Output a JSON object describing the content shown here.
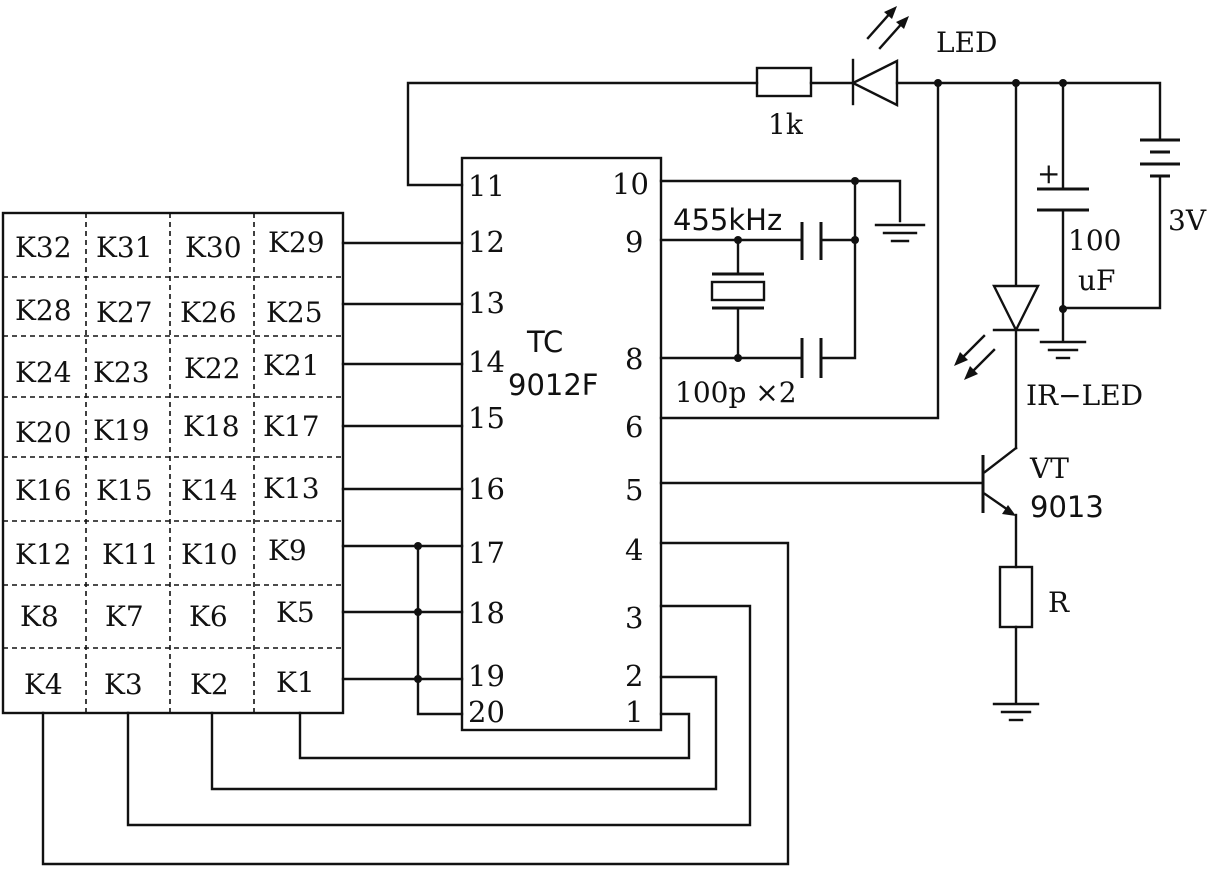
{
  "ic": {
    "name_line1": "TC",
    "name_line2": "9012F",
    "pins_left": [
      "11",
      "12",
      "13",
      "14",
      "15",
      "16",
      "17",
      "18",
      "19",
      "20"
    ],
    "pins_right": [
      "10",
      "9",
      "8",
      "6",
      "5",
      "4",
      "3",
      "2",
      "1"
    ]
  },
  "keypad": {
    "rows": [
      [
        "K32",
        "K31",
        "K30",
        "K29"
      ],
      [
        "K28",
        "K27",
        "K26",
        "K25"
      ],
      [
        "K24",
        "K23",
        "K22",
        "K21"
      ],
      [
        "K20",
        "K19",
        "K18",
        "K17"
      ],
      [
        "K16",
        "K15",
        "K14",
        "K13"
      ],
      [
        "K12",
        "K11",
        "K10",
        "K9"
      ],
      [
        "K8",
        "K7",
        "K6",
        "K5"
      ],
      [
        "K4",
        "K3",
        "K2",
        "K1"
      ]
    ]
  },
  "components": {
    "led": "LED",
    "resistor_1k": "1k",
    "crystal": "455kHz",
    "capacitors": "100p ×2",
    "capacitor_value": "100",
    "capacitor_unit": "uF",
    "battery": "3V",
    "ir_led": "IR−LED",
    "transistor_name": "VT",
    "transistor_part": "9013",
    "resistor_r": "R"
  }
}
